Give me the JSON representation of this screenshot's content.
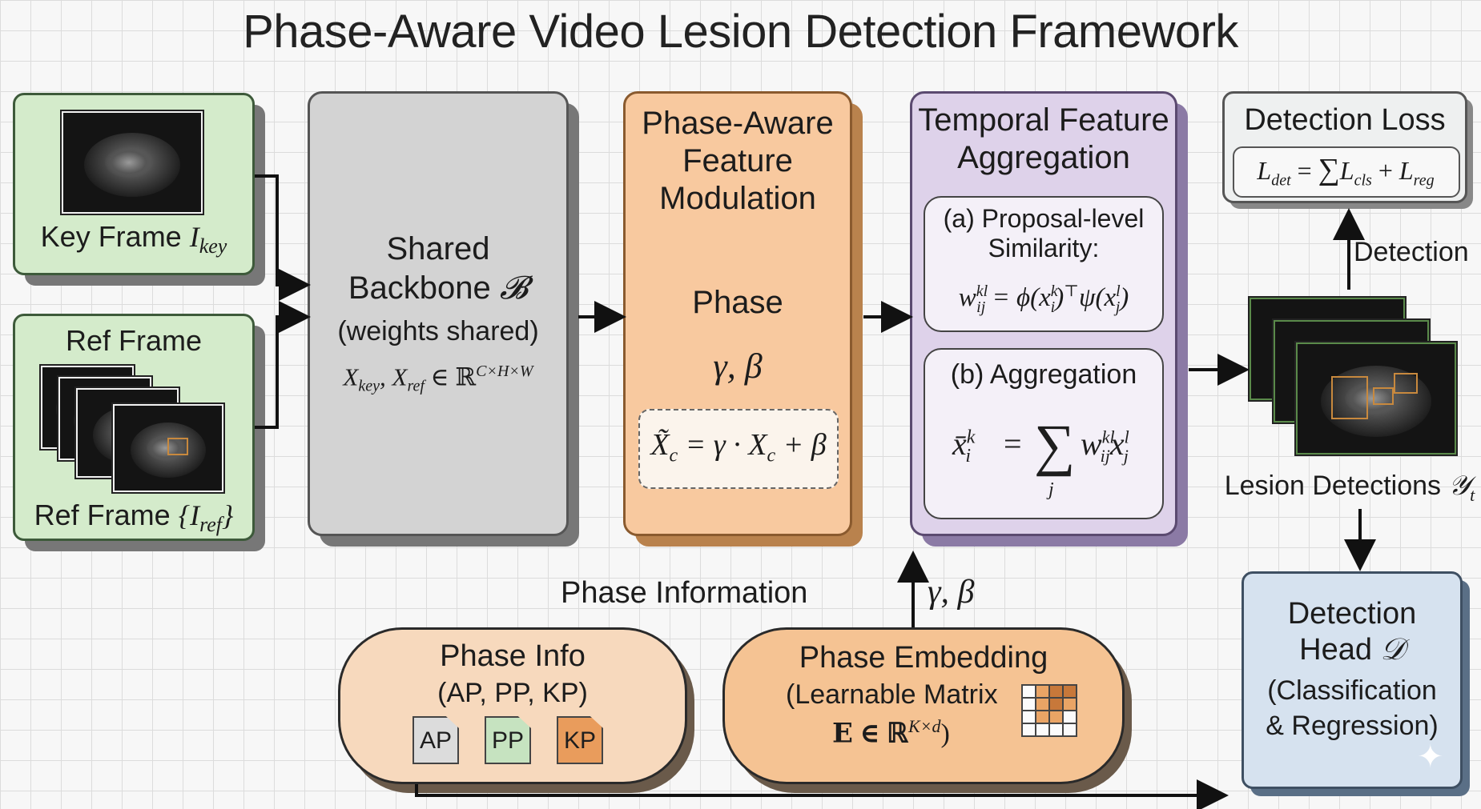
{
  "title": "Phase-Aware Video Lesion Detection Framework",
  "key_frame": {
    "label": "Key Frame",
    "symbol": "I",
    "subscript": "key"
  },
  "ref_frame": {
    "heading": "Ref Frame",
    "label": "Ref Frame",
    "symbol": "{I",
    "subscript": "ref",
    "close": "}"
  },
  "backbone": {
    "line1": "Shared",
    "line2": "Backbone",
    "symbol": "𝓑",
    "line3": "(weights shared)",
    "formula_a": "X",
    "formula_a_sub": "key",
    "formula_sep": ", X",
    "formula_b_sub": "ref",
    "formula_in": " ∈ ℝ",
    "formula_sup": "C×H×W"
  },
  "modulation": {
    "line1": "Phase-Aware",
    "line2": "Feature",
    "line3": "Modulation",
    "phase_label": "Phase",
    "params": "γ, β",
    "formula": "X̃",
    "formula_sub": "c",
    "formula_rest": " = γ · X",
    "formula_sub2": "c",
    "formula_tail": " + β"
  },
  "aggregation": {
    "line1": "Temporal Feature",
    "line2": "Aggregation",
    "similarity_line1": "(a) Proposal-level",
    "similarity_line2": "Similarity:",
    "similarity_formula": "w",
    "sim_sup": "kl",
    "sim_sub": "ij",
    "sim_rest": " = ϕ(x",
    "sim_x_sup": "k",
    "sim_x_sub": "i",
    "sim_rest2": ")",
    "sim_T": "⊤",
    "sim_rest3": "ψ(x",
    "sim_y_sup": "l",
    "sim_y_sub": "j",
    "sim_rest4": ")",
    "agg_label": "(b) Aggregation",
    "agg_lhs": "x̄",
    "agg_lhs_sup": "k",
    "agg_lhs_sub": "i",
    "agg_eq": " = ",
    "agg_sum": "∑",
    "agg_sum_sub": "j",
    "agg_w": "w",
    "agg_w_sup": "kl",
    "agg_w_sub": "ij",
    "agg_x": "x",
    "agg_x_sup": "l",
    "agg_x_sub": "j"
  },
  "loss": {
    "title": "Detection Loss",
    "lhs": "L",
    "lhs_sub": "det",
    "eq": " = ",
    "sum": "∑",
    "term1": "L",
    "term1_sub": "cls",
    "plus": " + ",
    "term2": "L",
    "term2_sub": "reg"
  },
  "detection_arrow_label": "Detection",
  "lesion": {
    "label": "Lesion Detections",
    "symbol": "𝒴",
    "subscript": "t"
  },
  "head": {
    "line1": "Detection",
    "line2": "Head",
    "symbol": "𝒟",
    "line3": "(Classification",
    "line4": "& Regression)"
  },
  "phase_information_label": "Phase Information",
  "embedding_arrow_label": "γ, β",
  "phase_info": {
    "title": "Phase Info",
    "subtitle": "(AP, PP, KP)",
    "docs": [
      "AP",
      "PP",
      "KP"
    ]
  },
  "embedding": {
    "title": "Phase Embedding",
    "line2": "(Learnable Matrix",
    "formula": "𝐄 ∈ ℝ",
    "formula_sup": "K×d",
    "close": ")"
  },
  "colors": {
    "green": "#d4ebcb",
    "gray": "#d3d3d3",
    "orange": "#f8c99f",
    "purple": "#ded2ea",
    "blue": "#d6e2ef",
    "accent_box": "#c8893e"
  }
}
